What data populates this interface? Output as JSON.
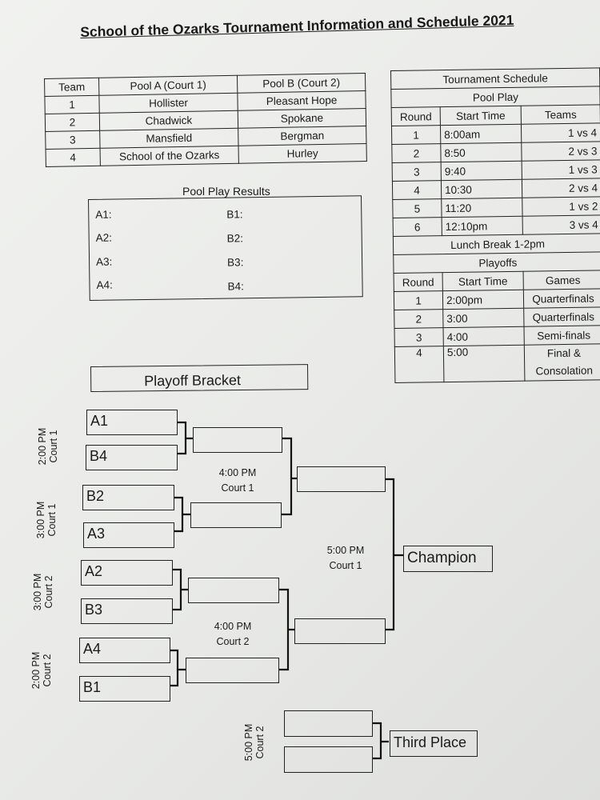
{
  "title": "School of the Ozarks Tournament Information and Schedule 2021",
  "teams_table": {
    "headers": [
      "Team",
      "Pool A (Court 1)",
      "Pool B (Court 2)"
    ],
    "rows": [
      [
        "1",
        "Hollister",
        "Pleasant Hope"
      ],
      [
        "2",
        "Chadwick",
        "Spokane"
      ],
      [
        "3",
        "Mansfield",
        "Bergman"
      ],
      [
        "4",
        "School of the Ozarks",
        "Hurley"
      ]
    ]
  },
  "schedule": {
    "title": "Tournament Schedule",
    "pool_play_label": "Pool Play",
    "pool_headers": [
      "Round",
      "Start Time",
      "Teams"
    ],
    "pool_rows": [
      [
        "1",
        "8:00am",
        "1 vs 4"
      ],
      [
        "2",
        "8:50",
        "2 vs 3"
      ],
      [
        "3",
        "9:40",
        "1 vs 3"
      ],
      [
        "4",
        "10:30",
        "2 vs 4"
      ],
      [
        "5",
        "11:20",
        "1 vs 2"
      ],
      [
        "6",
        "12:10pm",
        "3 vs 4"
      ]
    ],
    "lunch": "Lunch Break 1-2pm",
    "playoffs_label": "Playoffs",
    "playoff_headers": [
      "Round",
      "Start Time",
      "Games"
    ],
    "playoff_rows": [
      [
        "1",
        "2:00pm",
        "Quarterfinals"
      ],
      [
        "2",
        "3:00",
        "Quarterfinals"
      ],
      [
        "3",
        "4:00",
        "Semi-finals"
      ]
    ],
    "final_row": {
      "round": "4",
      "time": "5:00",
      "game_line1": "Final &",
      "game_line2": "Consolation"
    }
  },
  "pool_results": {
    "title": "Pool Play Results",
    "a": [
      "A1:",
      "A2:",
      "A3:",
      "A4:"
    ],
    "b": [
      "B1:",
      "B2:",
      "B3:",
      "B4:"
    ]
  },
  "bracket": {
    "title": "Playoff Bracket",
    "seeds": [
      "A1",
      "B4",
      "B2",
      "A3",
      "A2",
      "B3",
      "A4",
      "B1"
    ],
    "qf_labels": [
      {
        "time": "2:00 PM",
        "court": "Court 1"
      },
      {
        "time": "3:00 PM",
        "court": "Court 1"
      },
      {
        "time": "3:00 PM",
        "court": "Court 2"
      },
      {
        "time": "2:00 PM",
        "court": "Court 2"
      }
    ],
    "semi_labels": [
      {
        "time": "4:00 PM",
        "court": "Court 1"
      },
      {
        "time": "4:00 PM",
        "court": "Court 2"
      }
    ],
    "final_label": {
      "time": "5:00 PM",
      "court": "Court 1"
    },
    "champion": "Champion",
    "third_label": {
      "time": "5:00 PM",
      "court": "Court 2"
    },
    "third_place": "Third Place"
  }
}
